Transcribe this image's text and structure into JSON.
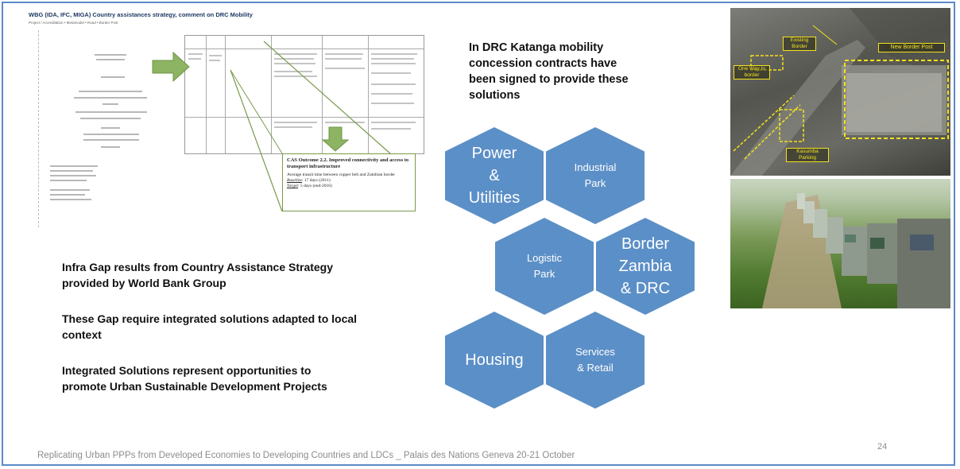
{
  "document": {
    "title": "WBG (IDA, IFC, MIGA) Country assistances strategy, comment on DRC Mobility",
    "subtitle": "Project / Accreditation • Metamodel • Road • Border Post",
    "callout": {
      "title": "CAS Outcome 2.2. Improved connectivity and access to transport infrastructure",
      "line1": "Average transit time between copper belt and Zambian border",
      "baseline_label": "Baseline",
      "baseline_value": ": 17 days (2011)",
      "target_label": "Target",
      "target_value": ": 5 days (end-2016)"
    }
  },
  "heading": {
    "line1": "In DRC Katanga mobility",
    "line2": "concession contracts have",
    "line3": "been signed to provide these",
    "line4": "solutions"
  },
  "left_text": {
    "p1_l1": "Infra Gap results from Country Assistance Strategy",
    "p1_l2": "provided by World Bank Group",
    "p2_l1": "These Gap require integrated solutions adapted to local",
    "p2_l2": "context",
    "p3_l1": "Integrated Solutions represent opportunities to",
    "p3_l2": "promote Urban Sustainable Development Projects"
  },
  "hexagons": {
    "power": [
      "Power",
      "&",
      "Utilities"
    ],
    "industrial": [
      "Industrial",
      "Park"
    ],
    "logistic": [
      "Logistic",
      "Park"
    ],
    "border": [
      "Border",
      "Zambia",
      "& DRC"
    ],
    "housing": [
      "Housing"
    ],
    "services": [
      "Services",
      "& Retail"
    ]
  },
  "aerial_labels": {
    "existing": [
      "Existing",
      "Border"
    ],
    "oneway": [
      "One Way to",
      "border"
    ],
    "newpost": [
      "New Border Post"
    ],
    "kasumbalesa": [
      "Kasumba",
      "Parking"
    ]
  },
  "colors": {
    "hex_fill": "#5b8fc7",
    "slide_border": "#5b8ac9",
    "arrow_green": "#8db462",
    "annotation_yellow": "#f2e21b"
  },
  "footer": "Replicating Urban PPPs from Developed Economies to Developing Countries and LDCs _ Palais des Nations Geneva 20-21 October",
  "page_number": "24"
}
